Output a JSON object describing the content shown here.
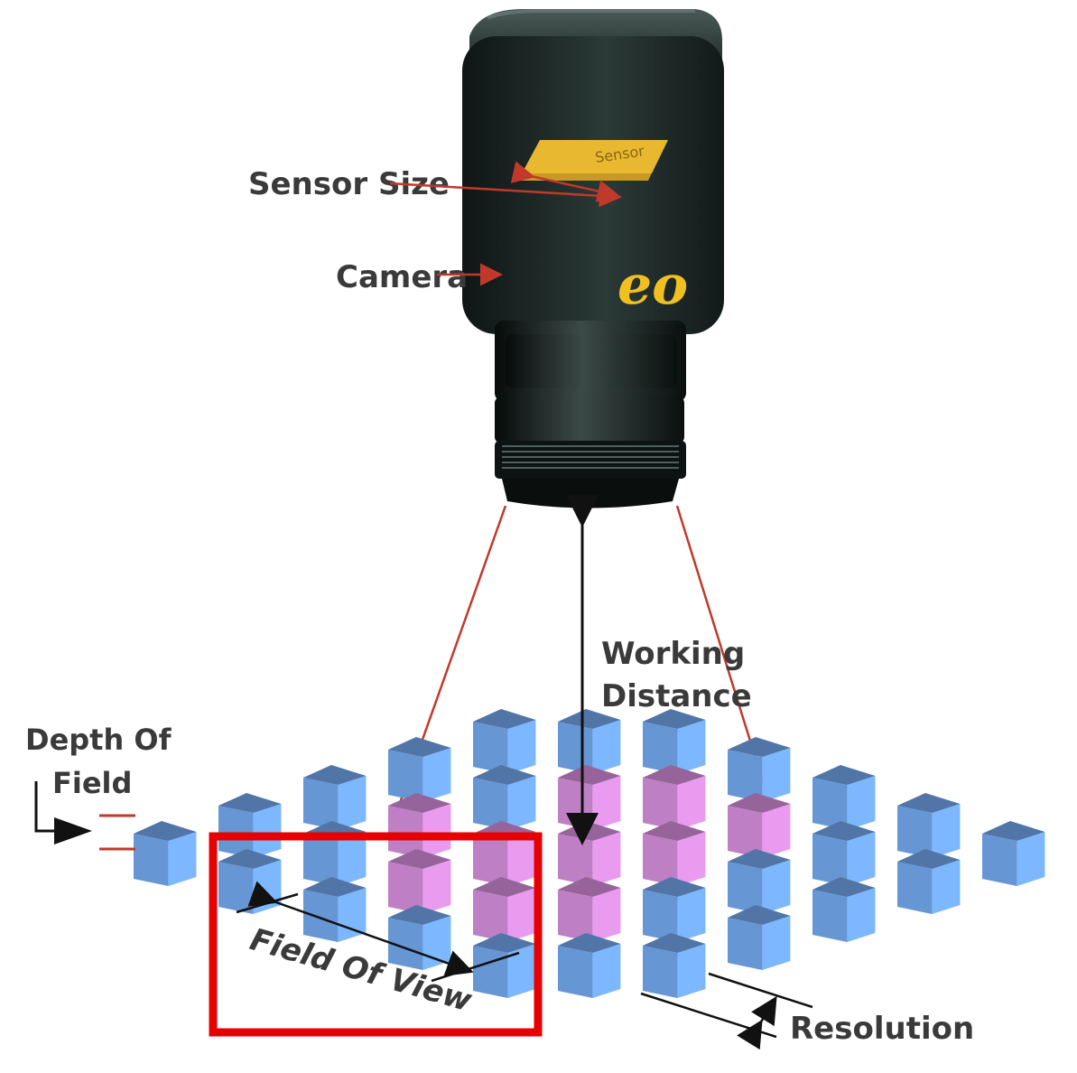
{
  "labels": {
    "sensor_size": "Sensor Size",
    "sensor_chip": "Sensor",
    "camera": "Camera",
    "brand_mark": "eo",
    "working_distance_line1": "Working",
    "working_distance_line2": "Distance",
    "depth_of_field_line1": "Depth Of",
    "depth_of_field_line2": "Field",
    "field_of_view": "Field Of View",
    "resolution": "Resolution"
  },
  "colors": {
    "camera_body": "#1f2a28",
    "sensor": "#e8b830",
    "brand_mark": "#f0c020",
    "cube_blue": "#6fa3e6",
    "cube_pink": "#d08ad6",
    "arrow_red": "#c0392b",
    "highlight_box": "#e60000",
    "text": "#3a3a3a"
  },
  "cube_columns": [
    {
      "blocks": [
        "b"
      ]
    },
    {
      "blocks": [
        "b",
        "b"
      ]
    },
    {
      "blocks": [
        "b",
        "b",
        "b"
      ]
    },
    {
      "blocks": [
        "b",
        "p",
        "p",
        "b"
      ]
    },
    {
      "blocks": [
        "b",
        "b",
        "p",
        "p",
        "b"
      ]
    },
    {
      "blocks": [
        "b",
        "p",
        "p",
        "p",
        "b"
      ]
    },
    {
      "blocks": [
        "b",
        "p",
        "p",
        "b",
        "b"
      ]
    },
    {
      "blocks": [
        "b",
        "p",
        "b",
        "b"
      ]
    },
    {
      "blocks": [
        "b",
        "b",
        "b"
      ]
    },
    {
      "blocks": [
        "b",
        "b"
      ]
    },
    {
      "blocks": [
        "b"
      ]
    }
  ]
}
